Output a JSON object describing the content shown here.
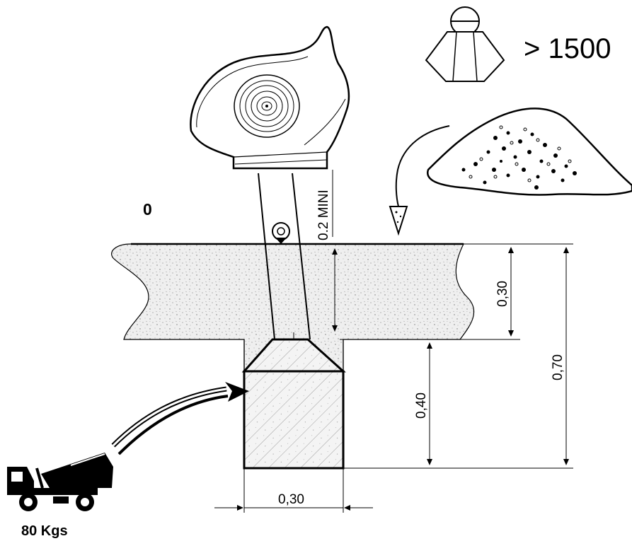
{
  "labels": {
    "level": "0",
    "clearance": "0.2 MINI",
    "weight_threshold": "> 1500",
    "depth_top": "0,30",
    "depth_bottom": "0,40",
    "depth_total": "0,70",
    "width": "0,30",
    "concrete": "80 Kgs"
  },
  "icons": {
    "weight": "weight-icon",
    "excavator_bucket": "excavator-bucket-icon",
    "gravel_pile": "gravel-pile-icon",
    "truck": "concrete-mixer-truck-icon",
    "plumb": "plumb-marker-icon"
  },
  "colors": {
    "line": "#000000",
    "soil_fill": "#ececec",
    "concrete_fill": "#f2f2f2",
    "background": "#ffffff"
  }
}
